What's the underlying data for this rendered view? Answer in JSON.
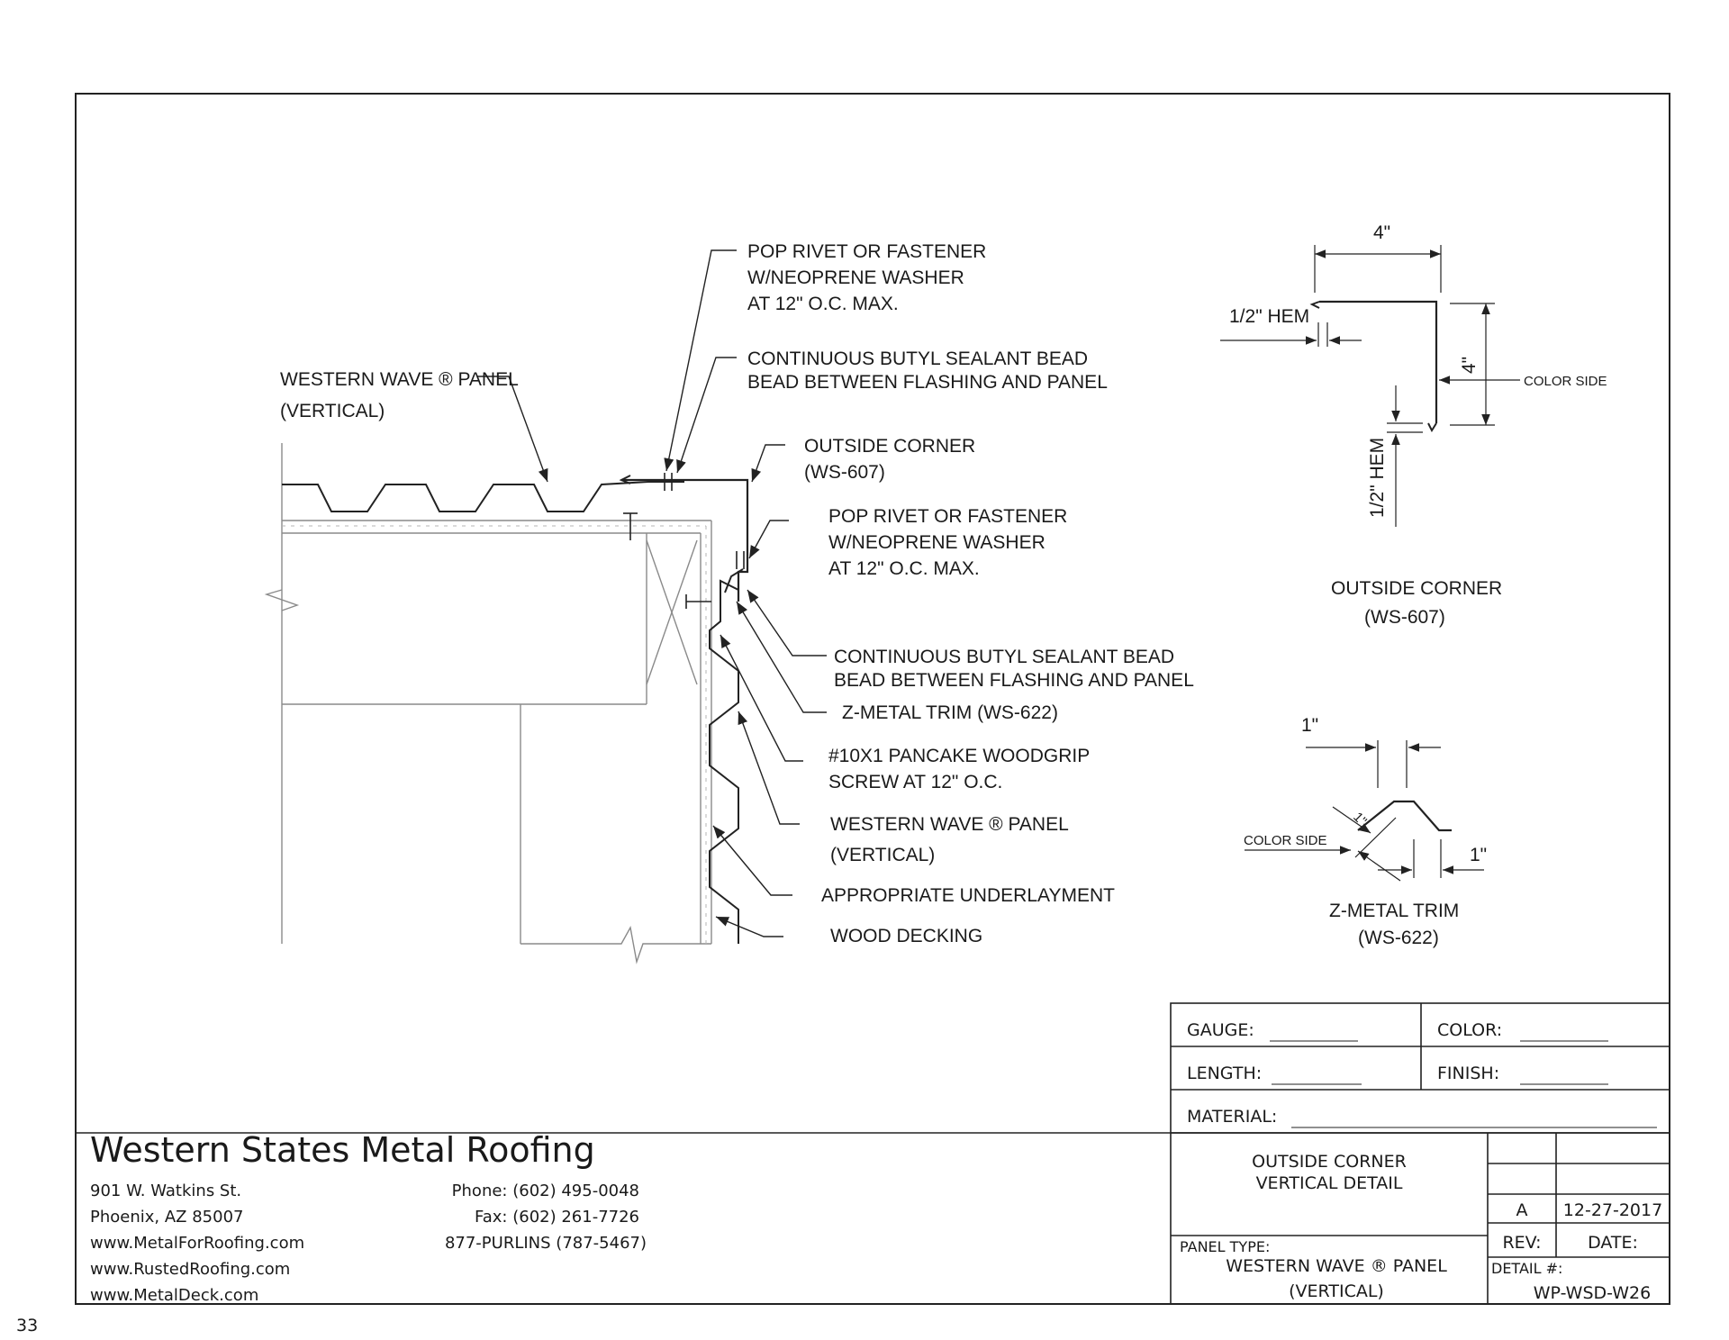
{
  "page_number": "33",
  "main_detail": {
    "callouts": {
      "pop_rivet_top": [
        "POP RIVET OR FASTENER",
        "W/NEOPRENE WASHER",
        "AT 12\" O.C. MAX."
      ],
      "butyl_top": [
        "CONTINUOUS BUTYL SEALANT BEAD",
        "BEAD BETWEEN FLASHING AND PANEL"
      ],
      "panel_top": [
        "WESTERN WAVE ® PANEL",
        "(VERTICAL)"
      ],
      "outside_corner": [
        "OUTSIDE CORNER",
        "(WS-607)"
      ],
      "pop_rivet_side": [
        "POP RIVET OR FASTENER",
        "W/NEOPRENE WASHER",
        "AT 12\" O.C. MAX."
      ],
      "butyl_side": [
        "CONTINUOUS BUTYL SEALANT BEAD",
        "BEAD BETWEEN FLASHING AND PANEL"
      ],
      "z_trim": "Z-METAL TRIM (WS-622)",
      "screw": [
        "#10X1 PANCAKE WOODGRIP",
        "SCREW AT 12\" O.C."
      ],
      "panel_side": [
        "WESTERN WAVE ® PANEL",
        "(VERTICAL)"
      ],
      "underlayment": "APPROPRIATE UNDERLAYMENT",
      "decking": "WOOD DECKING"
    }
  },
  "corner_detail": {
    "dim_top": "4\"",
    "dim_right": "4\"",
    "hem_top": "1/2\" HEM",
    "hem_side": "1/2\" HEM",
    "color_side": "COLOR SIDE",
    "title": [
      "OUTSIDE CORNER",
      "(WS-607)"
    ]
  },
  "ztrim_detail": {
    "dim_top": "1\"",
    "dim_diag": "1\"",
    "dim_right": "1\"",
    "color_side": "COLOR SIDE",
    "title": [
      "Z-METAL TRIM",
      "(WS-622)"
    ]
  },
  "title_block": {
    "company": "Western States Metal Roofing",
    "address_lines": [
      "901 W. Watkins St.",
      "Phoenix, AZ 85007",
      "www.MetalForRoofing.com",
      "www.RustedRoofing.com",
      "www.MetalDeck.com"
    ],
    "phone_lines": [
      "Phone: (602) 495-0048",
      "Fax: (602) 261-7726",
      "877-PURLINS (787-5467)"
    ],
    "gauge_label": "GAUGE:",
    "color_label": "COLOR:",
    "length_label": "LENGTH:",
    "finish_label": "FINISH:",
    "material_label": "MATERIAL:",
    "detail_title": [
      "OUTSIDE CORNER",
      "VERTICAL DETAIL"
    ],
    "panel_type_label": "PANEL TYPE:",
    "panel_type": [
      "WESTERN WAVE ® PANEL",
      "(VERTICAL)"
    ],
    "rev_value": "A",
    "date_value": "12-27-2017",
    "rev_label": "REV:",
    "date_label": "DATE:",
    "detail_label": "DETAIL #:",
    "detail_number": "WP-WSD-W26"
  }
}
